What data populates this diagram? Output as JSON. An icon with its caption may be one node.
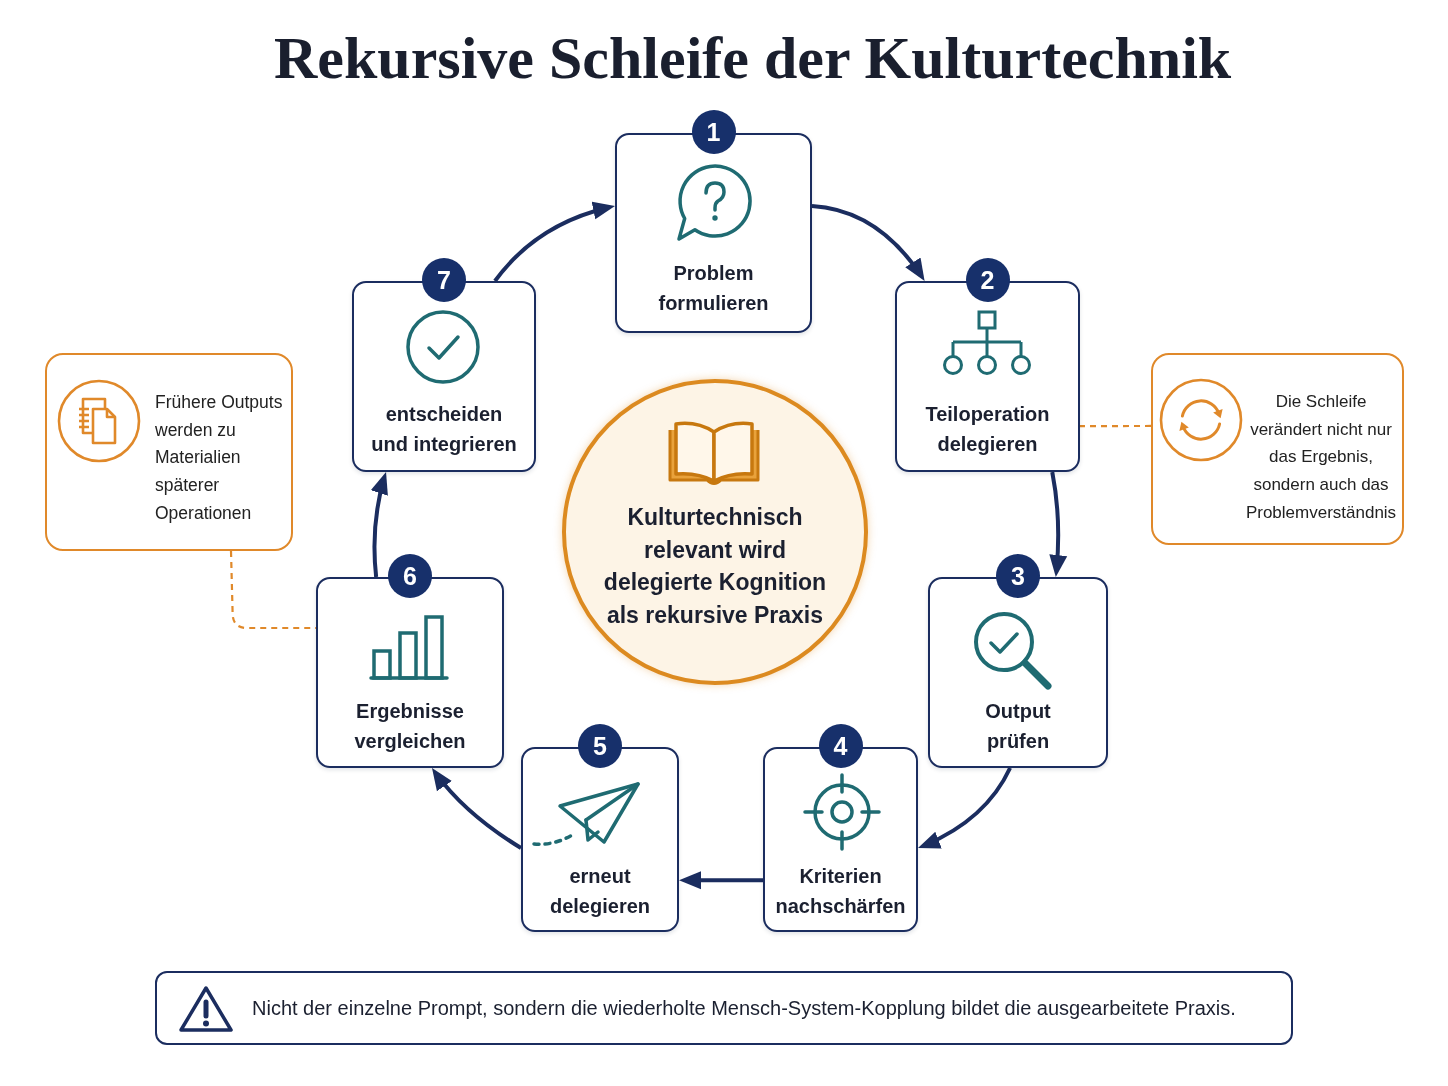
{
  "diagram": {
    "title": "Rekursive Schleife der Kulturtechnik",
    "nodes": [
      {
        "text": [
          "1",
          "Problem formulieren"
        ]
      },
      {
        "text": [
          "2",
          "Teiloperation delegieren"
        ]
      },
      {
        "text": [
          "3",
          "Output prüfen"
        ]
      },
      {
        "text": [
          "4",
          "Kriterien nachschärfen"
        ]
      },
      {
        "text": [
          "5",
          "erneut delegieren"
        ]
      },
      {
        "text": [
          "6",
          "Ergebnisse vergleichen"
        ]
      },
      {
        "text": [
          "7",
          "entscheiden und integrieren"
        ]
      },
      {
        "text": [
          "Kulturtechnisch relevant wird delegierte Kognition als rekursive Praxis"
        ]
      },
      {
        "text": [
          "Frühere Outputs werden zu Materialien späterer Operationen"
        ]
      },
      {
        "text": [
          "Die Schleife verändert nicht nur das Ergebnis, sondern auch das Problemverständnis"
        ]
      },
      {
        "text": [
          "Nicht der einzelne Prompt, sondern die wiederholte Mensch-System-Kopplung bildet die ausgearbeitete Praxis."
        ]
      }
    ],
    "edges": [
      {
        "from": 0,
        "to": 1,
        "arrow": "to"
      },
      {
        "from": 1,
        "to": 2,
        "arrow": "to"
      },
      {
        "from": 2,
        "to": 3,
        "arrow": "to"
      },
      {
        "from": 3,
        "to": 4,
        "arrow": "to"
      },
      {
        "from": 4,
        "to": 5,
        "arrow": "to"
      },
      {
        "from": 5,
        "to": 6,
        "arrow": "to"
      },
      {
        "from": 6,
        "to": 0,
        "arrow": "to"
      },
      {
        "from": 8,
        "to": 5,
        "arrow": "none",
        "style": "dashed",
        "color": "#e0892a"
      },
      {
        "from": 9,
        "to": 1,
        "arrow": "none",
        "style": "dashed",
        "color": "#e0892a"
      }
    ]
  }
}
